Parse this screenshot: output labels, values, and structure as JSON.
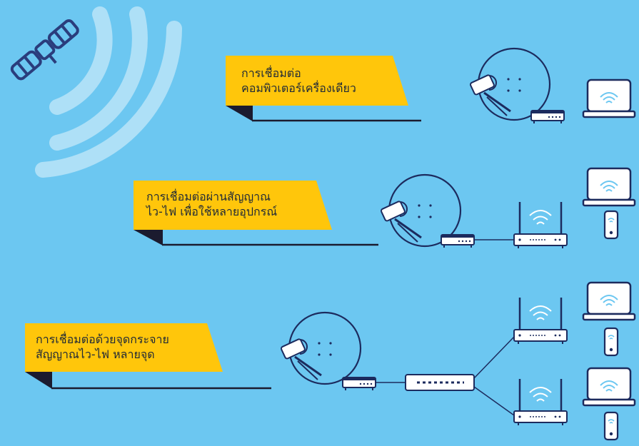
{
  "sections": [
    {
      "lines": [
        "การเชื่อมต่อ",
        "คอมพิวเตอร์เครื่องเดียว"
      ]
    },
    {
      "lines": [
        "การเชื่อมต่อผ่านสัญญาณ",
        "ไว-ไฟ เพื่อใช้หลายอุปกรณ์"
      ]
    },
    {
      "lines": [
        "การเชื่อมต่อด้วยจุดกระจาย",
        "สัญญาณไว-ไฟ หลายจุด"
      ]
    }
  ],
  "colors": {
    "background": "#6cc7f1",
    "banner": "#ffc60b",
    "outline": "#1c2b5e",
    "device_fill": "#ffffff",
    "satellite_waves": "#ffffff"
  },
  "icons": [
    "satellite-icon",
    "satellite-dish-icon",
    "modem-icon",
    "wifi-router-icon",
    "network-switch-icon",
    "laptop-icon",
    "phone-icon",
    "wifi-signal-icon"
  ]
}
